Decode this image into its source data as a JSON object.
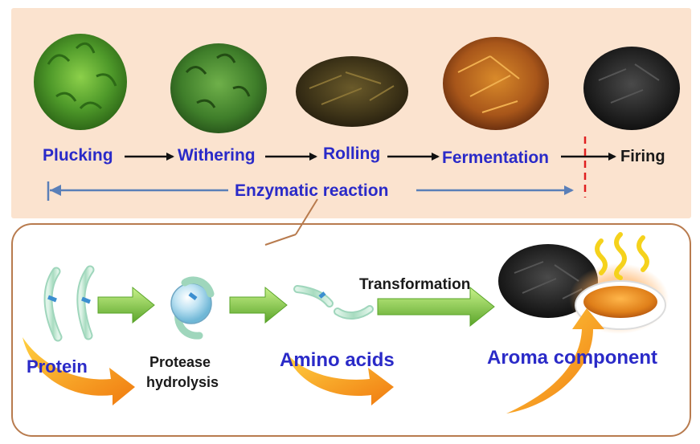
{
  "process_steps": [
    "Plucking",
    "Withering",
    "Rolling",
    "Fermentation",
    "Firing"
  ],
  "enzymatic_label": "Enzymatic reaction",
  "mechanism": {
    "protein": "Protein",
    "protease_line1": "Protease",
    "protease_line2": "hydrolysis",
    "amino_acids": "Amino acids",
    "transformation": "Transformation",
    "aroma": "Aroma component"
  },
  "colors": {
    "label_blue": "#2a2ac8",
    "top_panel": "#fbe3cf",
    "enzymatic_arrow": "#5a7fb8",
    "boundary_dash": "#e02020",
    "green_arrow": "#7fce3a",
    "orange_arrow": "#f39a1c",
    "frame": "#b87b4e"
  }
}
